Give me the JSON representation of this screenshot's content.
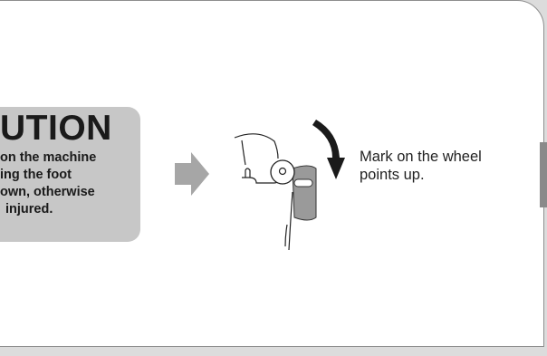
{
  "caution": {
    "title": "UTION",
    "lines": [
      "on the machine",
      "ing the foot",
      "own, otherwise",
      "injured."
    ]
  },
  "note": {
    "lines": [
      "Mark on the wheel",
      "points up."
    ]
  },
  "icons": {
    "next_arrow": "arrow-right-icon",
    "rotate_arrow": "curved-arrow-down-icon"
  },
  "colors": {
    "background": "#dcdcdc",
    "panel": "#ffffff",
    "panel_border": "#8e8e8e",
    "caution_fill": "#c7c7c7",
    "arrow_fill": "#a6a6a6",
    "edge_tab": "#8a8a8a"
  }
}
